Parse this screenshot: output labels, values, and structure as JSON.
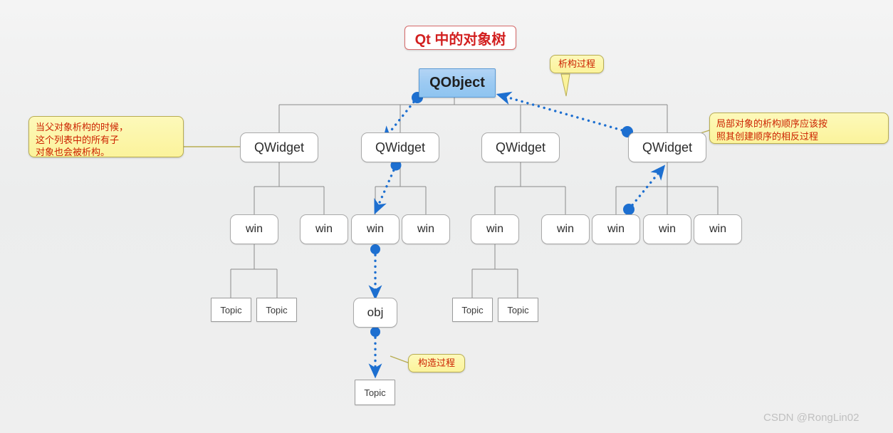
{
  "diagram": {
    "title": "Qt 中的对象树",
    "watermark": "CSDN @RongLin02",
    "colors": {
      "title_text": "#d21f1f",
      "note_fill": "#fbf39b",
      "note_text": "#cc2200",
      "root_fill": "#9ccaf2",
      "flow_arrow": "#1d6fd0",
      "edge_line": "#8a8a8a",
      "background": "#efefef"
    },
    "notes": [
      {
        "id": "note-parent-destruct",
        "text": "当父对象析构的时候，\n这个列表中的所有子\n对象也会被析构。"
      },
      {
        "id": "note-destruct-order",
        "text": "局部对象的析构顺序应该按\n照其创建顺序的相反过程"
      },
      {
        "id": "note-destruct-process",
        "text": "析构过程"
      },
      {
        "id": "note-construct-process",
        "text": "构造过程"
      }
    ],
    "nodes": {
      "root": {
        "label": "QObject"
      },
      "qwidgets": [
        {
          "label": "QWidget"
        },
        {
          "label": "QWidget"
        },
        {
          "label": "QWidget"
        },
        {
          "label": "QWidget"
        }
      ],
      "wins": [
        {
          "label": "win"
        },
        {
          "label": "win"
        },
        {
          "label": "win"
        },
        {
          "label": "win"
        },
        {
          "label": "win"
        },
        {
          "label": "win"
        },
        {
          "label": "win"
        },
        {
          "label": "win"
        },
        {
          "label": "win"
        }
      ],
      "topics": [
        {
          "label": "Topic"
        },
        {
          "label": "Topic"
        },
        {
          "label": "Topic"
        },
        {
          "label": "Topic"
        },
        {
          "label": "Topic"
        }
      ],
      "obj": {
        "label": "obj"
      }
    }
  }
}
